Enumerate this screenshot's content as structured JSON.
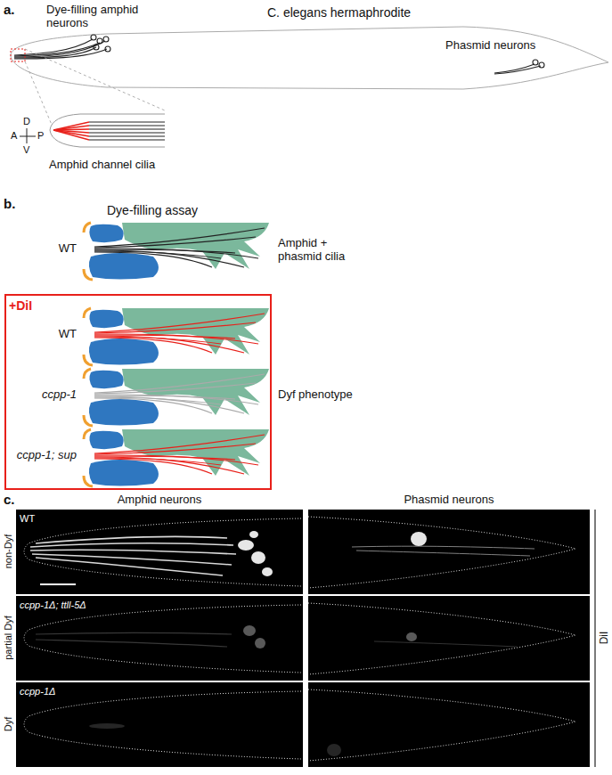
{
  "diagram": {
    "nodes": [
      {
        "text": [
          "+DiI"
        ]
      },
      {
        "text": [
          "WT"
        ]
      },
      {
        "text": [
          "ccpp-1Δ; ttll-5Δ"
        ]
      },
      {
        "text": [
          "ccpp-1Δ"
        ]
      }
    ],
    "labels": [
      "a.",
      "Dye-filling amphid neurons",
      "C. elegans hermaphrodite",
      "Phasmid neurons",
      "D",
      "A",
      "P",
      "V",
      "Amphid channel cilia",
      "b.",
      "Dye-filling assay",
      "WT",
      "Amphid + phasmid cilia",
      "WT",
      "ccpp-1",
      "Dyf phenotype",
      "ccpp-1; sup",
      "c.",
      "Amphid neurons",
      "Phasmid neurons",
      "non-Dyf",
      "partial Dyf",
      "Dyf",
      "DiI"
    ]
  }
}
